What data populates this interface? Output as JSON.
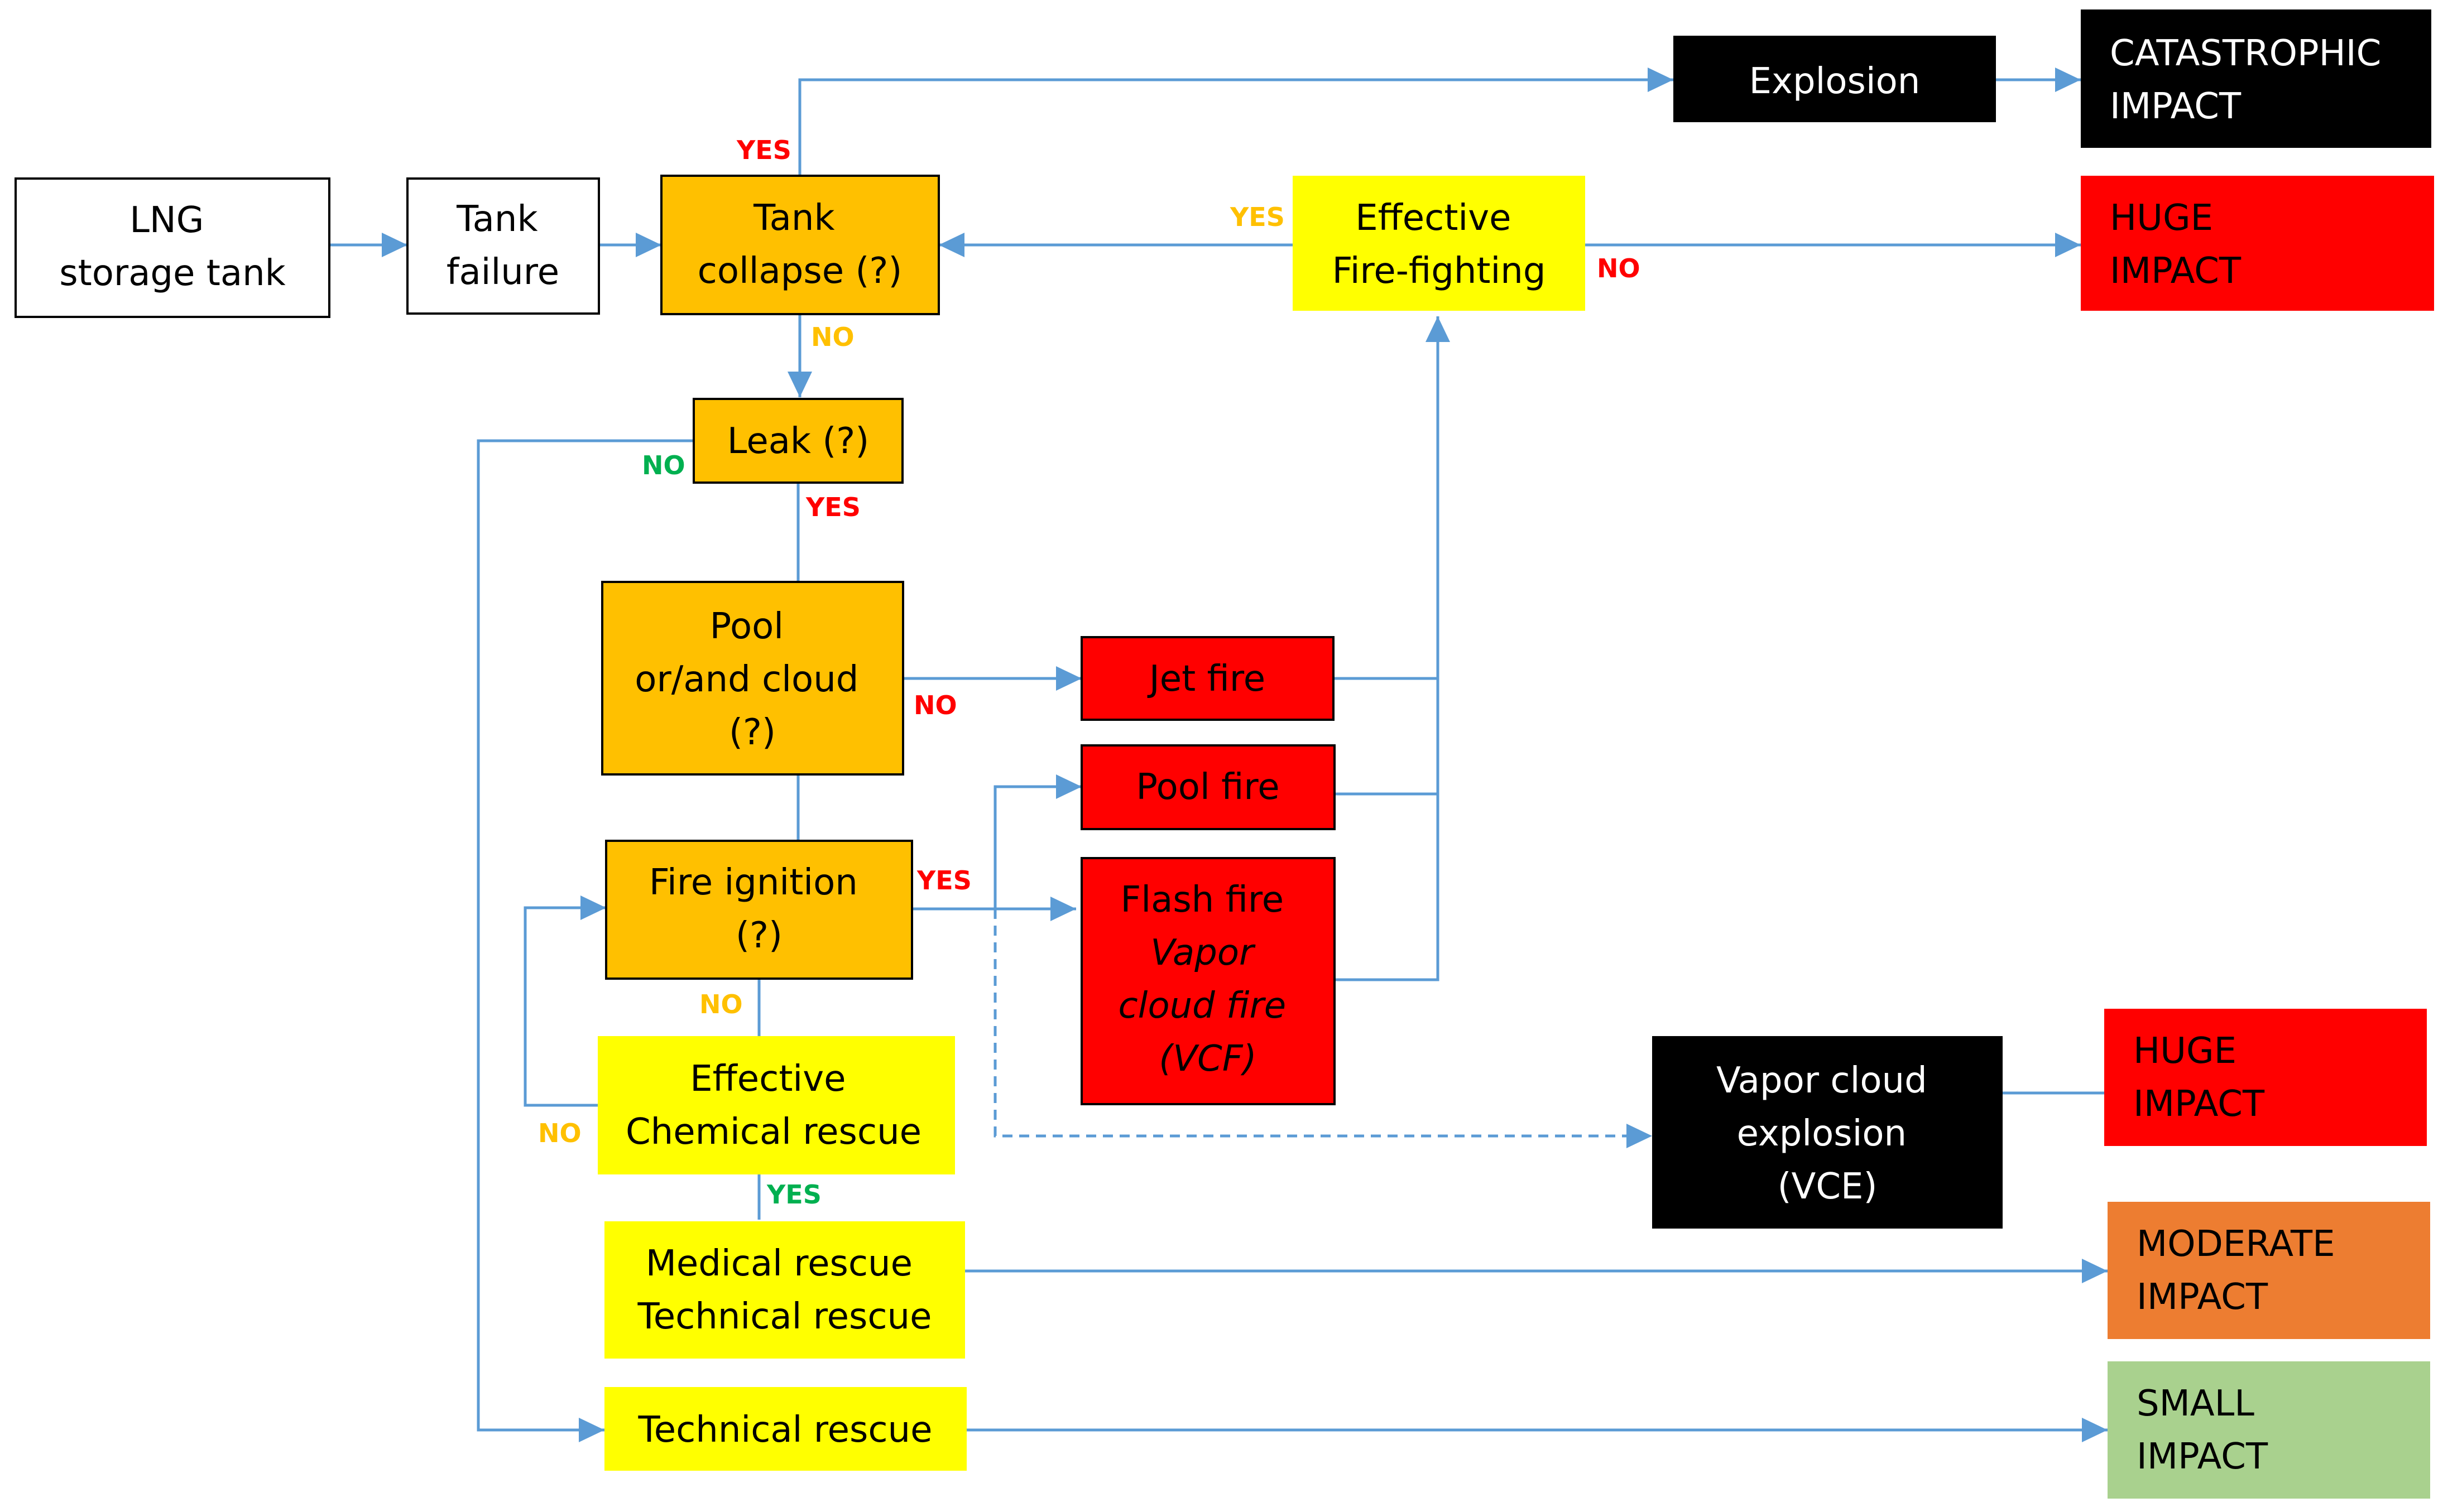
{
  "nodes": {
    "lng_tank": {
      "lines": [
        "LNG",
        "storage tank"
      ]
    },
    "tank_failure": {
      "lines": [
        "Tank",
        "failure"
      ]
    },
    "tank_collapse": {
      "lines": [
        "Tank",
        "collapse (?)"
      ]
    },
    "explosion": {
      "lines": [
        "Explosion"
      ]
    },
    "catastrophic": {
      "lines": [
        "CATASTROPHIC",
        "IMPACT"
      ]
    },
    "effective_ff": {
      "lines": [
        "Effective",
        "Fire-fighting"
      ]
    },
    "huge1": {
      "lines": [
        "HUGE",
        "IMPACT"
      ]
    },
    "leak": {
      "lines": [
        "Leak (?)"
      ]
    },
    "pool_cloud": {
      "lines": [
        "Pool",
        "or/and cloud",
        "(?)"
      ]
    },
    "jet_fire": {
      "lines": [
        "Jet fire"
      ]
    },
    "pool_fire": {
      "lines": [
        "Pool fire"
      ]
    },
    "flash_fire": {
      "lines": [
        "Flash fire",
        "Vapor",
        "cloud fire",
        "(VCF)"
      ]
    },
    "fire_ignition": {
      "lines": [
        "Fire ignition",
        "(?)"
      ]
    },
    "eff_chem": {
      "lines": [
        "Effective",
        "Chemical rescue"
      ]
    },
    "vce": {
      "lines": [
        "Vapor cloud",
        "explosion",
        "(VCE)"
      ]
    },
    "huge2": {
      "lines": [
        "HUGE",
        "IMPACT"
      ]
    },
    "med_tech": {
      "lines": [
        "Medical rescue",
        "Technical rescue"
      ]
    },
    "moderate": {
      "lines": [
        "MODERATE",
        "IMPACT"
      ]
    },
    "tech": {
      "lines": [
        "Technical rescue"
      ]
    },
    "small": {
      "lines": [
        "SMALL",
        "IMPACT"
      ]
    }
  },
  "edge_labels": {
    "collapse_yes": "YES",
    "collapse_no": "NO",
    "ff_yes": "YES",
    "ff_no": "NO",
    "leak_no": "NO",
    "leak_yes": "YES",
    "pool_no": "NO",
    "ignition_yes": "YES",
    "ignition_no": "NO",
    "chem_no": "NO",
    "chem_yes": "YES"
  },
  "colors": {
    "orange": "#FFC000",
    "yellow": "#FFFF00",
    "red": "#FF0000",
    "black": "#000000",
    "moderate": "#ED7D31",
    "small": "#A9D18E",
    "arrow": "#5B9BD5",
    "label_red": "#FF0000",
    "label_orange": "#FFC000",
    "label_green": "#00B050"
  }
}
